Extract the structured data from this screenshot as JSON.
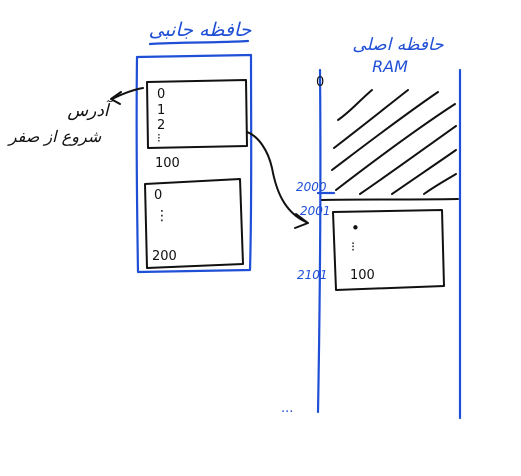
{
  "secondary_memory": {
    "title": "حافظه جانبی",
    "block1": {
      "lines": [
        "0",
        "1",
        "2",
        "⁝"
      ],
      "end_label": "100"
    },
    "block2": {
      "lines": [
        "0",
        "⋮"
      ],
      "end_label": "200"
    }
  },
  "annotation": {
    "line1": "آدرس",
    "line2": "شروع از صفر"
  },
  "main_memory": {
    "title_line1": "حافظه اصلی",
    "title_line2": "RAM",
    "addr_top": "0",
    "addr_2000": "2000",
    "addr_2001": "2001",
    "addr_2101": "2101",
    "addr_bottom": "...",
    "loaded_block": {
      "lines": [
        "•",
        "⁝"
      ],
      "end_label": "100"
    }
  },
  "colors": {
    "blue_ink": "#1f4fd6",
    "black_ink": "#111111"
  }
}
